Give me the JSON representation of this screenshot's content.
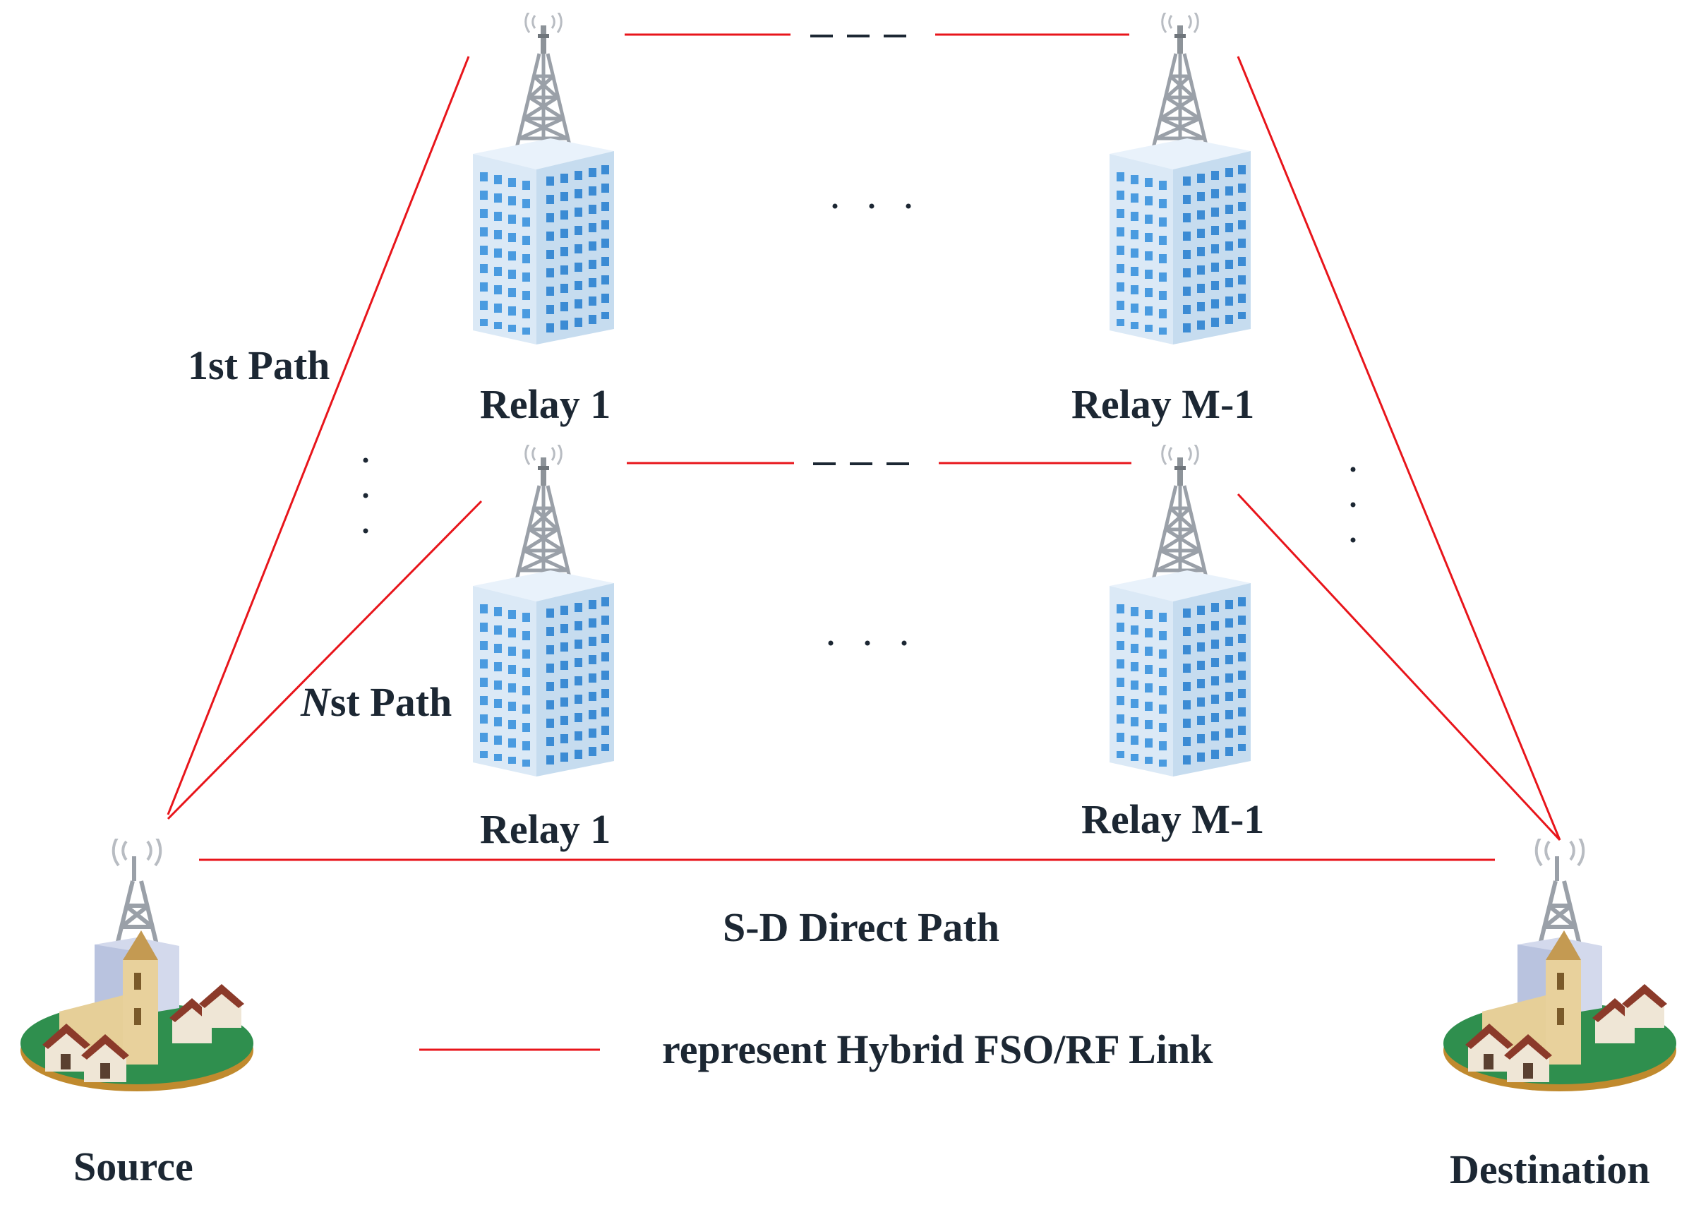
{
  "diagram": {
    "relay_top_left": "Relay 1",
    "relay_top_right": "Relay M-1",
    "relay_bottom_left": "Relay 1",
    "relay_bottom_right": "Relay M-1",
    "path_first": "1st Path",
    "path_nth_italic": "N",
    "path_nth_rest": "st Path",
    "direct_path": "S-D Direct Path",
    "source": "Source",
    "destination": "Destination",
    "legend_text": "represent Hybrid FSO/RF Link",
    "colors": {
      "link": "#e8151b",
      "dash": "#1c2733",
      "building": "#d6e8f6",
      "window": "#4a9be0",
      "tower": "#9aa0a8",
      "island": "#2f8f4e"
    }
  }
}
